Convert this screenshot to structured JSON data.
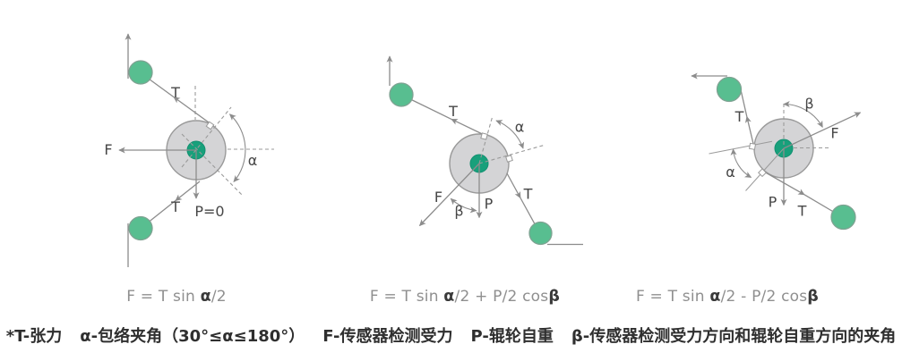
{
  "colors": {
    "roller_fill": "#58BE90",
    "roller_stroke": "#7FA292",
    "pulley_fill": "#D4D4D6",
    "pulley_stroke": "#9A9A9A",
    "hub_fill": "#18A07B",
    "line": "#8C8C8C",
    "label_text": "#474747",
    "formula_text": "#8F8F8F",
    "formula_emphasis": "#3A3A3A",
    "footnote_text": "#2F2F2F"
  },
  "diagrams": [
    {
      "name": "tension-only",
      "labels": {
        "t_top": "T",
        "f": "F",
        "alpha": "α",
        "p": "P=0",
        "t_bottom": "T"
      }
    },
    {
      "name": "weight-adds",
      "labels": {
        "t_top": "T",
        "alpha": "α",
        "f": "F",
        "beta": "β",
        "p": "P",
        "t_right": "T"
      }
    },
    {
      "name": "weight-subtracts",
      "labels": {
        "t_top": "T",
        "beta": "β",
        "f": "F",
        "alpha": "α",
        "p": "P",
        "t_bottom": "T"
      }
    }
  ],
  "formulas": [
    {
      "parts": [
        {
          "text": "F = T sin "
        },
        {
          "text": "α",
          "emph": true
        },
        {
          "text": "/2"
        }
      ]
    },
    {
      "parts": [
        {
          "text": "F = T sin "
        },
        {
          "text": "α",
          "emph": true
        },
        {
          "text": "/2 + P/2 cos"
        },
        {
          "text": "β",
          "emph": true
        }
      ]
    },
    {
      "parts": [
        {
          "text": "F = T sin "
        },
        {
          "text": "α",
          "emph": true
        },
        {
          "text": "/2 - P/2 cos"
        },
        {
          "text": "β",
          "emph": true
        }
      ]
    }
  ],
  "footnote": {
    "terms": [
      "*T-张力",
      "α-包络夹角（30°≤α≤180°）",
      "F-传感器检测受力",
      "P-辊轮自重",
      "β-传感器检测受力方向和辊轮自重方向的夹角"
    ]
  }
}
